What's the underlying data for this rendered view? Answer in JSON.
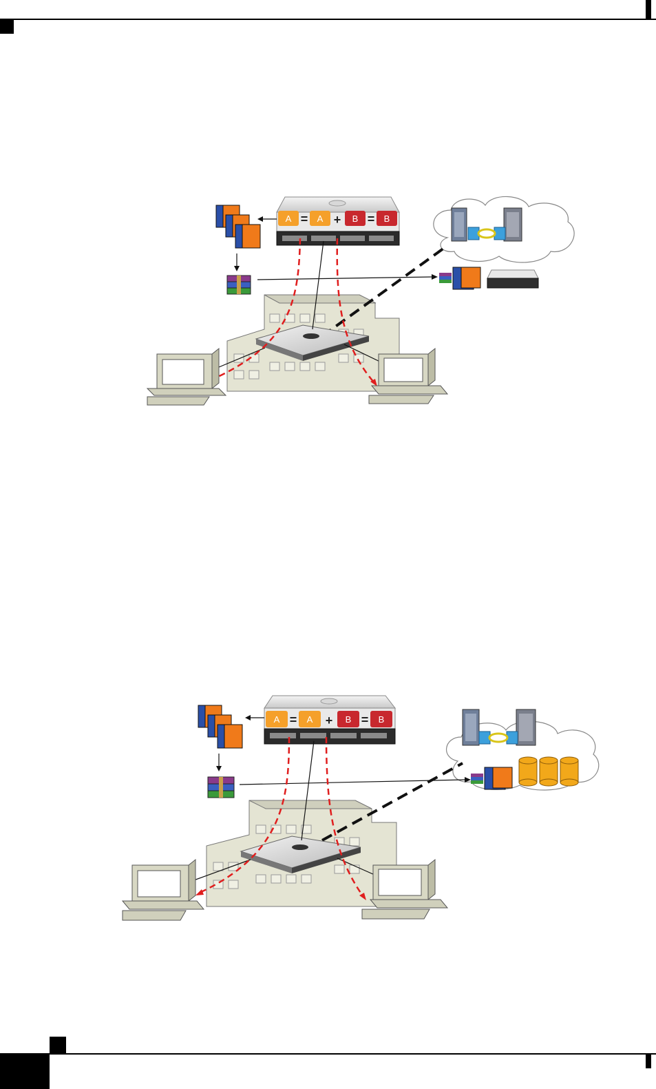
{
  "page": {
    "background": "#ffffff"
  },
  "diagrams": [
    {
      "blocks": [
        {
          "label": "A",
          "color": "#f5a02a"
        },
        {
          "label": "A",
          "color": "#f5a02a"
        },
        {
          "label": "B",
          "color": "#c8282e"
        },
        {
          "label": "B",
          "color": "#c8282e"
        }
      ],
      "operators": [
        "=",
        "+",
        "="
      ],
      "remote_site": "cloud-datacenter-with-appliance"
    },
    {
      "blocks": [
        {
          "label": "A",
          "color": "#f5a02a"
        },
        {
          "label": "A",
          "color": "#f5a02a"
        },
        {
          "label": "B",
          "color": "#c8282e"
        },
        {
          "label": "B",
          "color": "#c8282e"
        }
      ],
      "operators": [
        "=",
        "+",
        "="
      ],
      "remote_site": "cloud-datacenter-with-storage"
    }
  ],
  "colors": {
    "traffic_path": "#e01e1e",
    "wan_link": "#111111",
    "building": "#e6e6d6",
    "cloud": "#ffffff"
  },
  "icons": [
    "file-stack-icon",
    "archive-icon",
    "appliance-icon",
    "switch-icon",
    "workstation-icon",
    "building-icon",
    "cloud-icon",
    "server-rack-icon",
    "database-icon"
  ]
}
